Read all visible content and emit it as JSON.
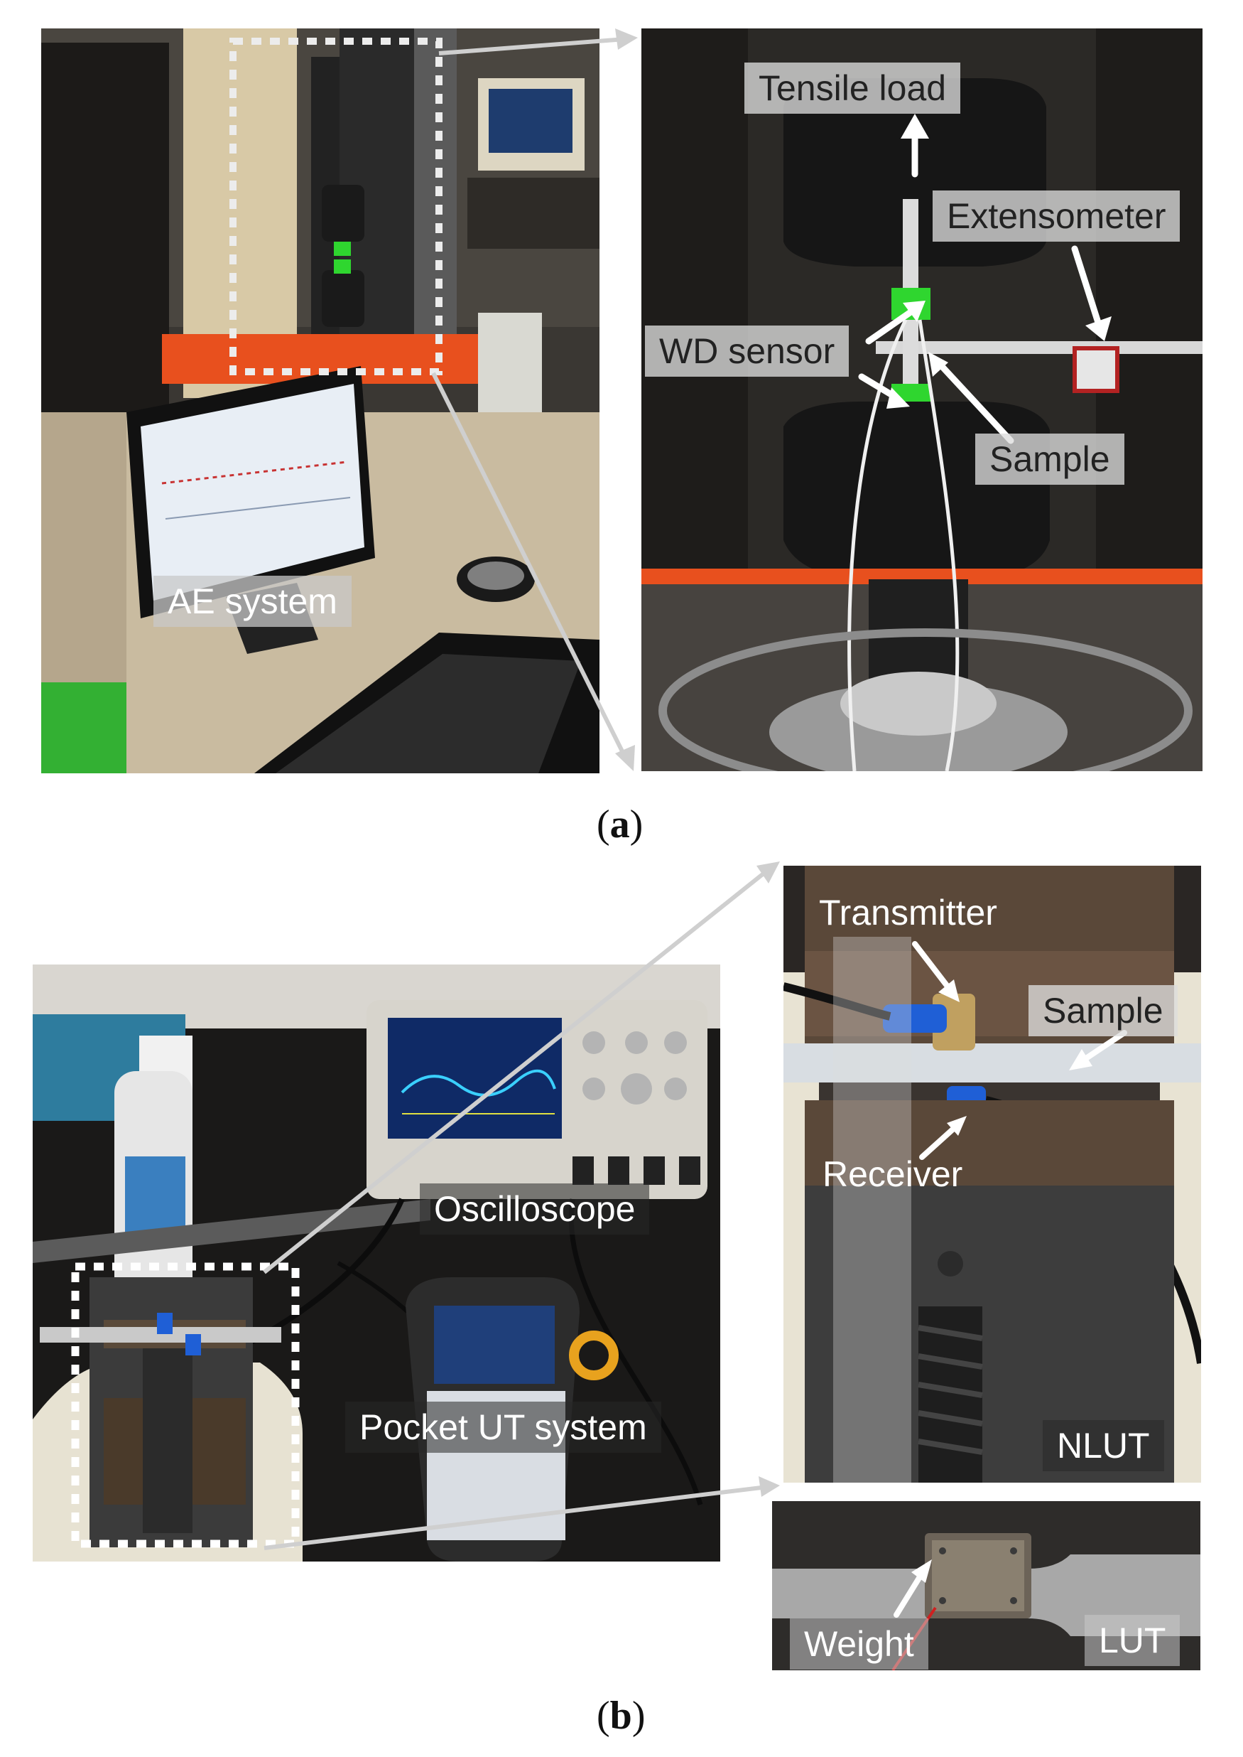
{
  "panel_a": {
    "caption_open": "(",
    "caption_letter": "a",
    "caption_close": ")",
    "labels": {
      "ae_system": "AE system",
      "tensile_load": "Tensile load",
      "extensometer": "Extensometer",
      "wd_sensor": "WD sensor",
      "sample": "Sample"
    }
  },
  "panel_b": {
    "caption_open": "(",
    "caption_letter": "b",
    "caption_close": ")",
    "labels": {
      "oscilloscope": "Oscilloscope",
      "pocket_ut": "Pocket UT system",
      "transmitter": "Transmitter",
      "sample": "Sample",
      "receiver": "Receiver",
      "nlut": "NLUT",
      "weight": "Weight",
      "lut": "LUT"
    }
  },
  "colors": {
    "sensor_green": "#2fd62f",
    "frame_orange": "#e8501e",
    "cable_blue": "#1f5fd6",
    "callout_gray": "#cfcfcf"
  }
}
